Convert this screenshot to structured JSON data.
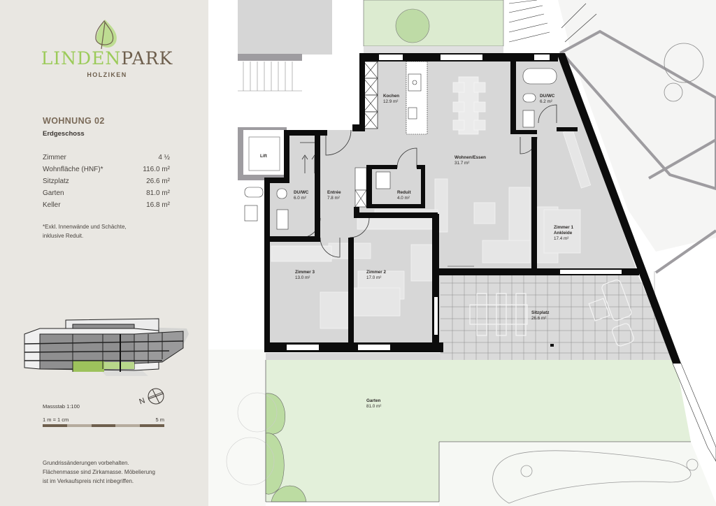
{
  "brand": {
    "name_part1": "LINDEN",
    "name_part2": "PARK",
    "location": "HOLZIKEN",
    "colors": {
      "green": "#9ccb5a",
      "brown": "#6e5f4d"
    }
  },
  "apartment": {
    "title": "WOHNUNG 02",
    "floor": "Erdgeschoss",
    "specs": [
      {
        "label": "Zimmer",
        "value": "4 ½"
      },
      {
        "label": "Wohnfläche (HNF)*",
        "value": "116.0 m²"
      },
      {
        "label": "Sitzplatz",
        "value": "26.6 m²"
      },
      {
        "label": "Garten",
        "value": "81.0 m²"
      },
      {
        "label": "Keller",
        "value": "16.8 m²"
      }
    ],
    "footnote_line1": "*Exkl. Innenwände und Schächte,",
    "footnote_line2": "inklusive Reduit."
  },
  "scale": {
    "label": "Massstab 1:100",
    "left": "1 m = 1 cm",
    "right": "5 m",
    "compass_letter": "N"
  },
  "disclaimer": {
    "line1": "Grundrissänderungen vorbehalten.",
    "line2": "Flächenmasse sind Zirkamasse. Möbelierung",
    "line3": "ist im Verkaufspreis nicht inbegriffen."
  },
  "rooms": [
    {
      "name": "Kochen",
      "area": "12.9 m²"
    },
    {
      "name": "DU/WC",
      "area": "6.2 m²"
    },
    {
      "name": "Lift",
      "area": ""
    },
    {
      "name": "DU/WC",
      "area": "6.0 m²"
    },
    {
      "name": "Entrée",
      "area": "7.8 m²"
    },
    {
      "name": "Reduit",
      "area": "4.0 m²"
    },
    {
      "name": "Wohnen/Essen",
      "area": "31.7 m²"
    },
    {
      "name": "Zimmer 1",
      "area": "17.4 m²",
      "sub": "Ankleide"
    },
    {
      "name": "Zimmer 3",
      "area": "13.0 m²"
    },
    {
      "name": "Zimmer 2",
      "area": "17.0 m²"
    },
    {
      "name": "Sitzplatz",
      "area": "26.6 m²"
    },
    {
      "name": "Garten",
      "area": "81.0 m²"
    }
  ]
}
